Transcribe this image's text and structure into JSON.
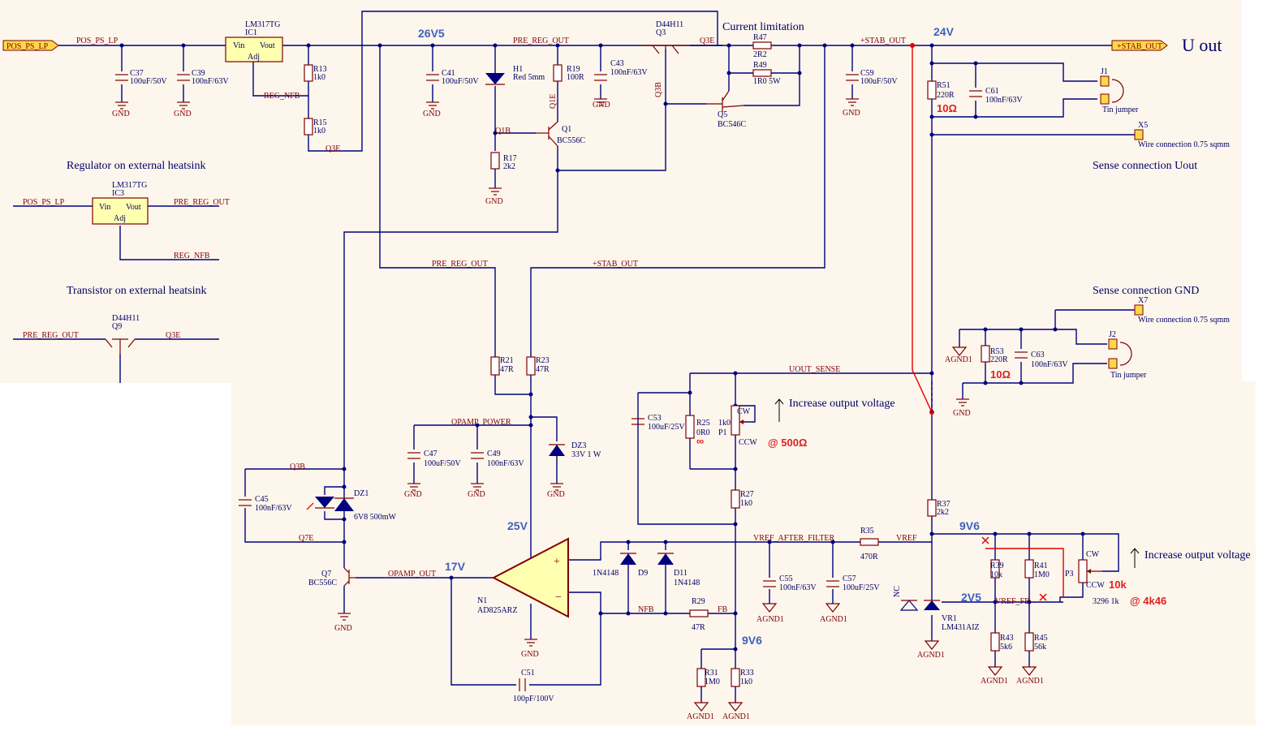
{
  "notes": {
    "current_limitation": "Current limitation",
    "regulator_heatsink": "Regulator on external heatsink",
    "transistor_heatsink": "Transistor on external heatsink",
    "sense_uout": "Sense connection Uout",
    "sense_gnd": "Sense connection GND",
    "increase_voltage_1": "Increase output voltage",
    "increase_voltage_2": "Increase output voltage",
    "u_out": "U out"
  },
  "voltages": {
    "v26v5": "26V5",
    "v24v": "24V",
    "v25v": "25V",
    "v17v": "17V",
    "v9v6_a": "9V6",
    "v9v6_b": "9V6",
    "v2v5": "2V5"
  },
  "red_annotations": {
    "r51_note": "10Ω",
    "r53_note": "10Ω",
    "r25_note": "∞",
    "p1_note": "@ 500Ω",
    "p3_note": "10k",
    "p3_note2": "@ 4k46"
  },
  "ports": {
    "in": "POS_PS_LP",
    "out": "+STAB_OUT"
  },
  "nets": {
    "pos_ps_lp": "POS_PS_LP",
    "pre_reg_out": "PRE_REG_OUT",
    "stab_out": "+STAB_OUT",
    "reg_nfb": "REG_NFB",
    "q3e": "Q3E",
    "q3b": "Q3B",
    "q1b": "Q1B",
    "q1e": "Q1E",
    "q7e": "Q7E",
    "opamp_power": "OPAMP_POWER",
    "opamp_out": "OPAMP_OUT",
    "uout_sense": "UOUT_SENSE",
    "vref_after_filter": "VREF_AFTER_FILTER",
    "vref": "VREF",
    "vref_fb": "VREF_FB",
    "nfb": "NFB",
    "fb": "FB",
    "pos_ps_lp2": "POS_PS_LP",
    "pre_reg_out2": "PRE_REG_OUT",
    "reg_nfb2": "REG_NFB",
    "pre_reg_out3": "PRE_REG_OUT",
    "q3e2": "Q3E",
    "pre_reg_out4": "PRE_REG_OUT",
    "stab_out2": "+STAB_OUT",
    "stab_out3": "+STAB_OUT",
    "q3b2": "Q3B"
  },
  "components": {
    "ic1": {
      "part": "LM317TG",
      "ref": "IC1"
    },
    "ic3": {
      "part": "LM317TG",
      "ref": "IC3"
    },
    "q3": {
      "part": "D44H11",
      "ref": "Q3"
    },
    "q9": {
      "part": "D44H11",
      "ref": "Q9"
    },
    "q1": {
      "ref": "Q1",
      "part": "BC556C"
    },
    "q5": {
      "ref": "Q5",
      "part": "BC546C"
    },
    "q7": {
      "ref": "Q7",
      "part": "BC556C"
    },
    "c37": {
      "ref": "C37",
      "val": "100uF/50V"
    },
    "c39": {
      "ref": "C39",
      "val": "100nF/63V"
    },
    "r13": {
      "ref": "R13",
      "val": "1k0"
    },
    "r15": {
      "ref": "R15",
      "val": "1k0"
    },
    "c41": {
      "ref": "C41",
      "val": "100uF/50V"
    },
    "h1": {
      "ref": "H1",
      "val": "Red 5mm"
    },
    "r19": {
      "ref": "R19",
      "val": "100R"
    },
    "c43": {
      "ref": "C43",
      "val": "100nF/63V"
    },
    "r17": {
      "ref": "R17",
      "val": "2k2"
    },
    "r47": {
      "ref": "R47",
      "val": "2R2"
    },
    "r49": {
      "ref": "R49",
      "val": "1R0 5W"
    },
    "c59": {
      "ref": "C59",
      "val": "100uF/50V"
    },
    "r51": {
      "ref": "R51",
      "val": "220R"
    },
    "c61": {
      "ref": "C61",
      "val": "100nF/63V"
    },
    "j1": {
      "ref": "J1",
      "val": "Tin jumper"
    },
    "x5": {
      "ref": "X5",
      "val": "Wire connection 0.75 sqmm"
    },
    "x7": {
      "ref": "X7",
      "val": "Wire connection 0.75 sqmm"
    },
    "r53": {
      "ref": "R53",
      "val": "220R"
    },
    "c63": {
      "ref": "C63",
      "val": "100nF/63V"
    },
    "j2": {
      "ref": "J2",
      "val": "Tin jumper"
    },
    "r21": {
      "ref": "R21",
      "val": "47R"
    },
    "r23": {
      "ref": "R23",
      "val": "47R"
    },
    "c47": {
      "ref": "C47",
      "val": "100uF/50V"
    },
    "c49": {
      "ref": "C49",
      "val": "100nF/63V"
    },
    "dz3": {
      "ref": "DZ3",
      "val": "33V 1 W"
    },
    "c45": {
      "ref": "C45",
      "val": "100nF/63V"
    },
    "dz1": {
      "ref": "DZ1",
      "val": "6V8 500mW"
    },
    "c53": {
      "ref": "C53",
      "val": "100uF/25V"
    },
    "r25": {
      "ref": "R25",
      "val": "0R0"
    },
    "p1": {
      "ref": "P1",
      "val": "1k0"
    },
    "r27": {
      "ref": "R27",
      "val": "1k0"
    },
    "n1": {
      "ref": "N1",
      "val": "AD825ARZ"
    },
    "d9": {
      "ref": "D9",
      "val": "1N4148"
    },
    "d11": {
      "ref": "D11",
      "val": "1N4148"
    },
    "r29": {
      "ref": "R29",
      "val": "47R"
    },
    "c55": {
      "ref": "C55",
      "val": "100nF/63V"
    },
    "c57": {
      "ref": "C57",
      "val": "100uF/25V"
    },
    "r35": {
      "ref": "R35",
      "val": "470R"
    },
    "r37": {
      "ref": "R37",
      "val": "2k2"
    },
    "c51": {
      "ref": "C51",
      "val": "100pF/100V"
    },
    "r31": {
      "ref": "R31",
      "val": "1M0"
    },
    "r33": {
      "ref": "R33",
      "val": "1k0"
    },
    "vr1": {
      "ref": "VR1",
      "val": "LM431AIZ"
    },
    "r39": {
      "ref": "R39",
      "val": "10k"
    },
    "r41": {
      "ref": "R41",
      "val": "1M0"
    },
    "p3": {
      "ref": "P3",
      "val": "3296 1k"
    },
    "r43": {
      "ref": "R43",
      "val": "5k6"
    },
    "r45": {
      "ref": "R45",
      "val": "56k"
    }
  },
  "labels": {
    "gnd": "GND",
    "agnd": "AGND1",
    "vin": "Vin",
    "vout": "Vout",
    "adj": "Adj",
    "cw": "CW",
    "ccw": "CCW",
    "nc": "NC"
  }
}
